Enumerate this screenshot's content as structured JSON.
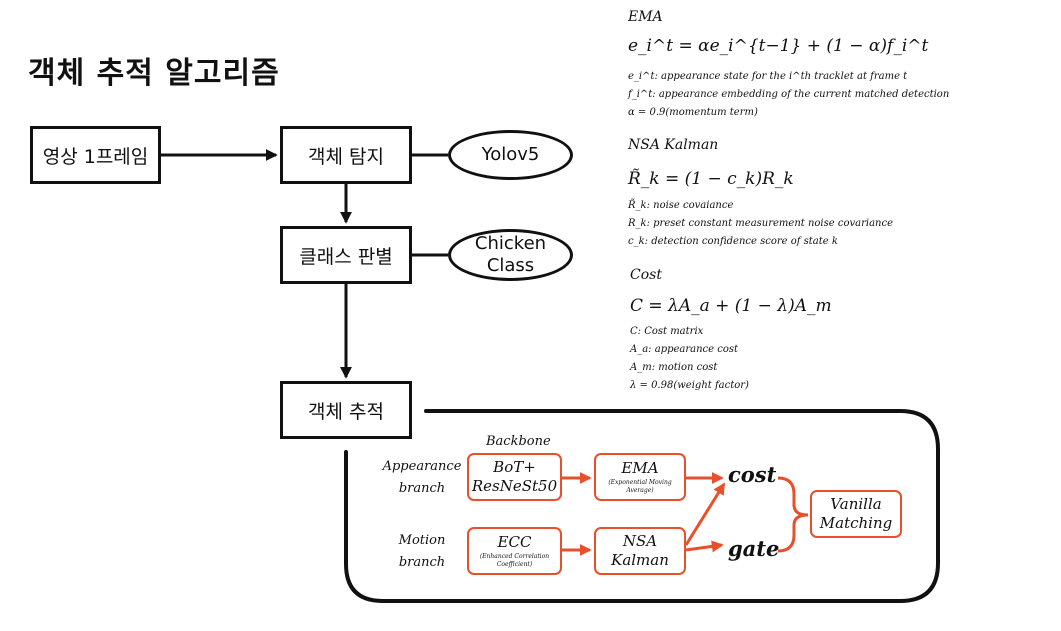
{
  "title": "객체 추적 알고리즘",
  "flow": {
    "frame": "영상 1프레임",
    "detect": "객체 탐지",
    "yolo": "Yolov5",
    "classify": "클래스 판별",
    "chicken_line1": "Chicken",
    "chicken_line2": "Class",
    "track": "객체 추적"
  },
  "tracker": {
    "backbone_label": "Backbone",
    "appearance_branch_line1": "Appearance",
    "appearance_branch_line2": "branch",
    "motion_branch_line1": "Motion",
    "motion_branch_line2": "branch",
    "bot_line1": "BoT+",
    "bot_line2": "ResNeSt50",
    "ema": "EMA",
    "ema_sub": "(Exponential Moving Average)",
    "ecc": "ECC",
    "ecc_sub": "(Enhanced Correlation Coefficient)",
    "nsa_line1": "NSA",
    "nsa_line2": "Kalman",
    "cost": "cost",
    "gate": "gate",
    "vanilla_line1": "Vanilla",
    "vanilla_line2": "Matching"
  },
  "formulas": {
    "ema": {
      "heading": "EMA",
      "equation": "e_i^t = αe_i^{t−1} + (1 − α)f_i^t",
      "note1": "e_i^t: appearance state for the i^th tracklet at frame t",
      "note2": "f_i^t: appearance embedding of the current matched detection",
      "note3": "α = 0.9(momentum term)"
    },
    "nsa": {
      "heading": "NSA Kalman",
      "equation": "R̃_k = (1 − c_k)R_k",
      "note1": "R̃_k: noise covaiance",
      "note2": "R_k: preset constant measurement noise covariance",
      "note3": "c_k: detection confidence score of state k"
    },
    "cost": {
      "heading": "Cost",
      "equation": "C = λA_a + (1 − λ)A_m",
      "note1": "C: Cost matrix",
      "note2": "A_a: appearance cost",
      "note3": "A_m: motion cost",
      "note4": "λ = 0.98(weight factor)"
    }
  },
  "colors": {
    "accent": "#e8502c",
    "line": "#111111"
  }
}
